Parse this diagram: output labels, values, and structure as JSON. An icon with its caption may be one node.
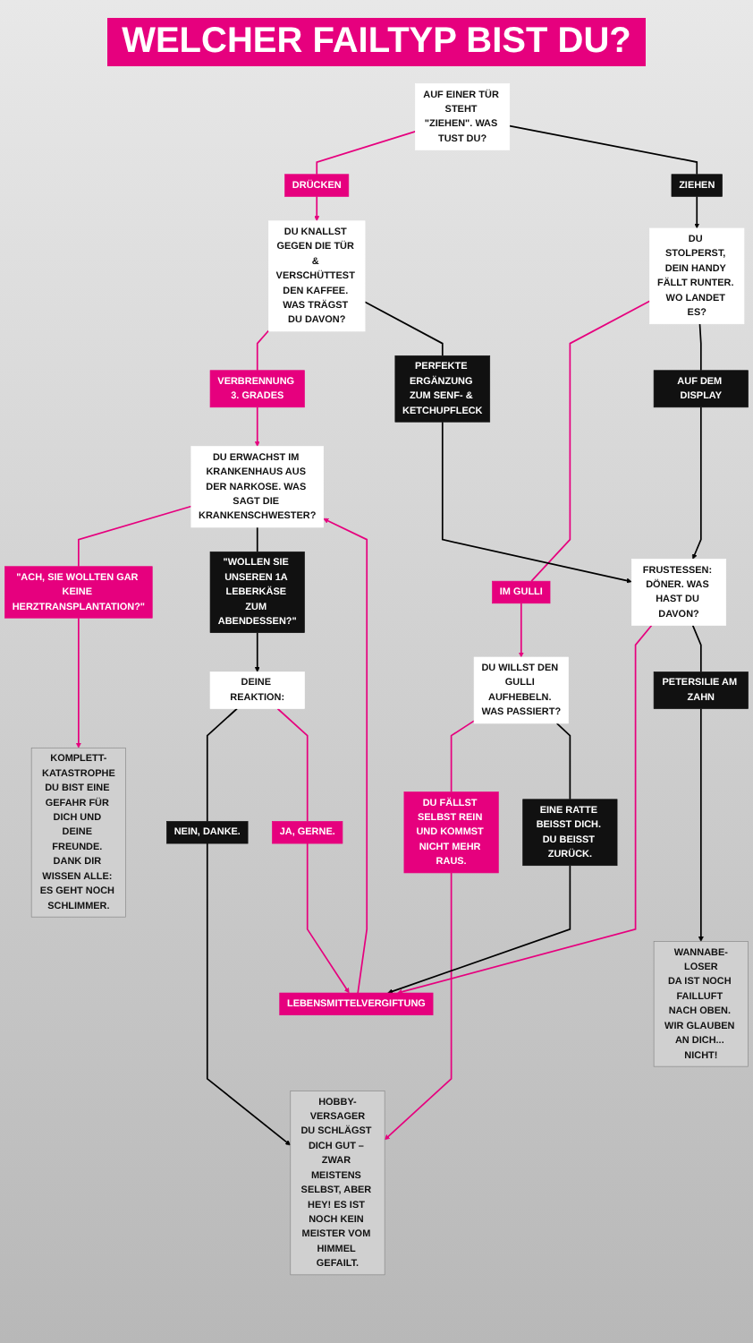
{
  "diagram": {
    "title": "WELCHER FAILTYP BIST DU?",
    "nodes": [
      {
        "text": [
          "AUF EINER TÜR STEHT \"ZIEHEN\". WAS TUST DU?"
        ]
      },
      {
        "text": [
          "DRÜCKEN"
        ]
      },
      {
        "text": [
          "ZIEHEN"
        ]
      },
      {
        "text": [
          "DU KNALLST GEGEN DIE TÜR & VERSCHÜTTEST DEN KAFFEE. WAS TRÄGST DU DAVON?"
        ]
      },
      {
        "text": [
          "DU STOLPERST, DEIN HANDY FÄLLT RUNTER. WO LANDET ES?"
        ]
      },
      {
        "text": [
          "VERBRENNUNG 3. GRADES"
        ]
      },
      {
        "text": [
          "PERFEKTE ERGÄNZUNG ZUM SENF- & KETCHUPFLECK"
        ]
      },
      {
        "text": [
          "IM GULLI"
        ]
      },
      {
        "text": [
          "AUF DEM DISPLAY"
        ]
      },
      {
        "text": [
          "DU ERWACHST IM KRANKENHAUS AUS DER NARKOSE. WAS SAGT DIE KRANKENSCHWESTER?"
        ]
      },
      {
        "text": [
          "DU WILLST DEN GULLI AUFHEBELN. WAS PASSIERT?"
        ]
      },
      {
        "text": [
          "FRUSTESSEN: DÖNER. WAS HAST DU DAVON?"
        ]
      },
      {
        "text": [
          "\"ACH, SIE WOLLTEN GAR KEINE HERZTRANSPLANTATION?\""
        ]
      },
      {
        "text": [
          "\"WOLLEN SIE UNSEREN 1A LEBERKÄSE ZUM ABENDESSEN?\""
        ]
      },
      {
        "text": [
          "DU FÄLLST SELBST REIN UND KOMMST NICHT MEHR RAUS."
        ]
      },
      {
        "text": [
          "EINE RATTE BEISST DICH. DU BEISST ZURÜCK."
        ]
      },
      {
        "text": [
          "DEINE REAKTION:"
        ]
      },
      {
        "text": [
          "NEIN, DANKE."
        ]
      },
      {
        "text": [
          "JA, GERNE."
        ]
      },
      {
        "text": [
          "LEBENSMITTELVERGIFTUNG"
        ]
      },
      {
        "text": [
          "PETERSILIE AM ZAHN"
        ]
      },
      {
        "text": [
          "KOMPLETT-KATASTROPHE",
          "DU BIST EINE GEFAHR FÜR DICH UND DEINE FREUNDE. DANK DIR WISSEN ALLE: ES GEHT NOCH SCHLIMMER."
        ]
      },
      {
        "text": [
          "HOBBY-VERSAGER",
          "DU SCHLÄGST DICH GUT – ZWAR MEISTENS SELBST, ABER HEY! ES IST NOCH KEIN MEISTER VOM HIMMEL GEFAILT."
        ]
      },
      {
        "text": [
          "WANNABE-LOSER",
          "DA IST NOCH FAILLUFT NACH OBEN. WIR GLAUBEN AN DICH... NICHT!"
        ]
      }
    ],
    "edges": [
      {
        "from": 0,
        "to": 1,
        "arrow": "none",
        "color": "#e6007e"
      },
      {
        "from": 1,
        "to": 3,
        "arrow": "to",
        "color": "#e6007e"
      },
      {
        "from": 0,
        "to": 2,
        "arrow": "none",
        "color": "#000000"
      },
      {
        "from": 2,
        "to": 4,
        "arrow": "to",
        "color": "#000000"
      },
      {
        "from": 3,
        "to": 5,
        "arrow": "none",
        "color": "#e6007e"
      },
      {
        "from": 3,
        "to": 6,
        "arrow": "none",
        "color": "#000000"
      },
      {
        "from": 4,
        "to": 7,
        "arrow": "none",
        "color": "#e6007e"
      },
      {
        "from": 4,
        "to": 8,
        "arrow": "none",
        "color": "#000000"
      },
      {
        "from": 5,
        "to": 9,
        "arrow": "to",
        "color": "#e6007e"
      },
      {
        "from": 6,
        "to": 11,
        "arrow": "to",
        "color": "#000000"
      },
      {
        "from": 7,
        "to": 10,
        "arrow": "to",
        "color": "#e6007e"
      },
      {
        "from": 8,
        "to": 11,
        "arrow": "to",
        "color": "#000000"
      },
      {
        "from": 9,
        "to": 12,
        "arrow": "none",
        "color": "#e6007e"
      },
      {
        "from": 9,
        "to": 13,
        "arrow": "none",
        "color": "#000000"
      },
      {
        "from": 10,
        "to": 14,
        "arrow": "none",
        "color": "#e6007e"
      },
      {
        "from": 10,
        "to": 15,
        "arrow": "none",
        "color": "#000000"
      },
      {
        "from": 11,
        "to": 19,
        "arrow": "to",
        "color": "#e6007e"
      },
      {
        "from": 11,
        "to": 20,
        "arrow": "none",
        "color": "#000000"
      },
      {
        "from": 12,
        "to": 21,
        "arrow": "to",
        "color": "#e6007e"
      },
      {
        "from": 13,
        "to": 16,
        "arrow": "to",
        "color": "#000000"
      },
      {
        "from": 14,
        "to": 22,
        "arrow": "to",
        "color": "#e6007e"
      },
      {
        "from": 15,
        "to": 19,
        "arrow": "to",
        "color": "#000000"
      },
      {
        "from": 16,
        "to": 17,
        "arrow": "none",
        "color": "#000000"
      },
      {
        "from": 16,
        "to": 18,
        "arrow": "none",
        "color": "#e6007e"
      },
      {
        "from": 17,
        "to": 22,
        "arrow": "to",
        "color": "#000000"
      },
      {
        "from": 18,
        "to": 19,
        "arrow": "to",
        "color": "#e6007e"
      },
      {
        "from": 19,
        "to": 9,
        "arrow": "to",
        "color": "#e6007e"
      },
      {
        "from": 20,
        "to": 23,
        "arrow": "to",
        "color": "#000000"
      }
    ]
  }
}
